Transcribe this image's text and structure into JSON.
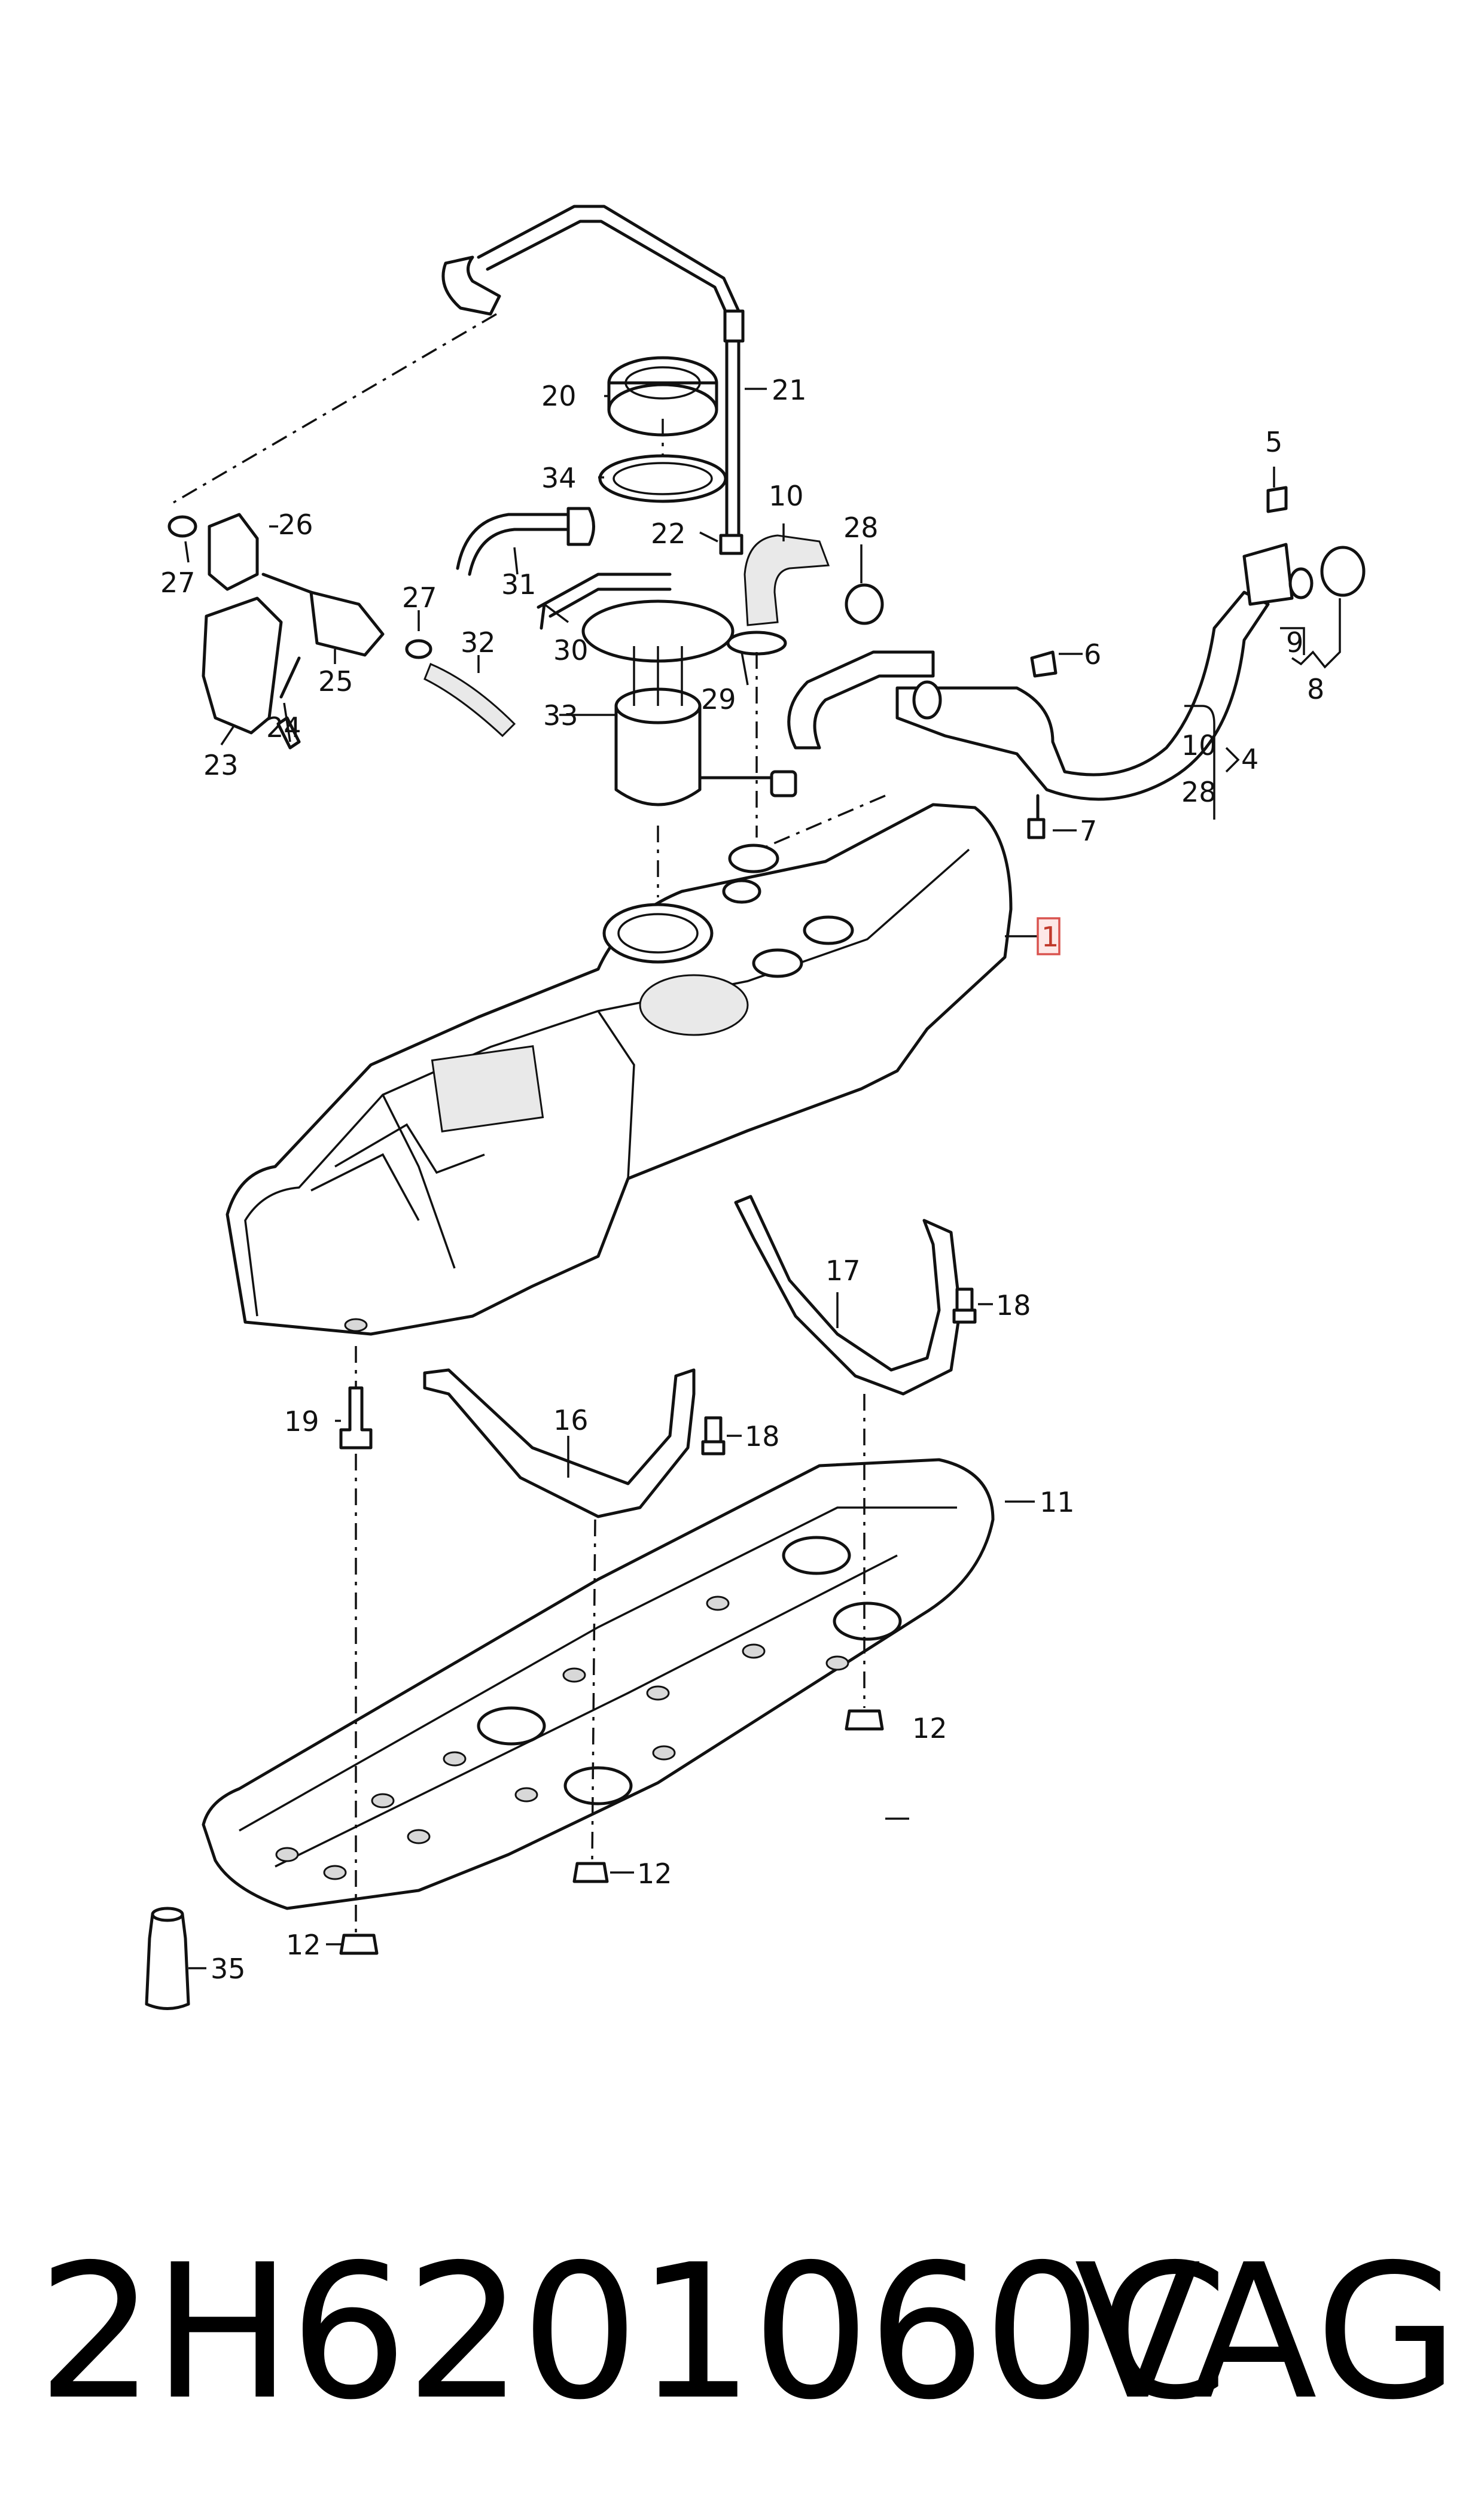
{
  "footer": {
    "part_number": "2H6201060C",
    "brand": "VAG"
  },
  "callouts": {
    "c1": "1",
    "c4": "4",
    "c5": "5",
    "c6": "6",
    "c7": "7",
    "c8": "8",
    "c9": "9",
    "c10a": "10",
    "c10b": "10",
    "c11": "11",
    "c12a": "12",
    "c12b": "12",
    "c12c": "12",
    "c16": "16",
    "c17": "17",
    "c18a": "18",
    "c18b": "18",
    "c19": "19",
    "c20": "20",
    "c21": "21",
    "c22": "22",
    "c23": "23",
    "c24": "24",
    "c25": "25",
    "c26": "26",
    "c27a": "27",
    "c27b": "27",
    "c28a": "28",
    "c28b": "28",
    "c29": "29",
    "c30": "30",
    "c31": "31",
    "c32": "32",
    "c33": "33",
    "c34": "34",
    "c35": "35"
  },
  "colors": {
    "line": "#111111",
    "highlight": "#d9534f"
  }
}
